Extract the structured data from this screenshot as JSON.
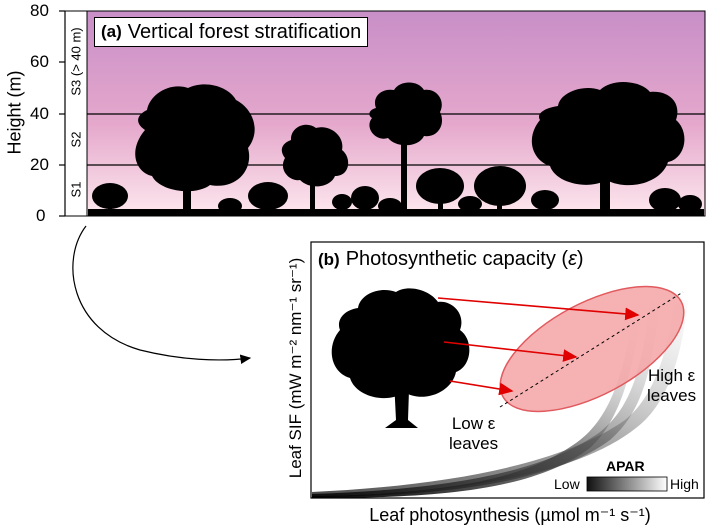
{
  "panel_a": {
    "tag": "(a)",
    "title": "Vertical forest stratification",
    "y_axis_label": "Height (m)",
    "y_ticks": [
      "0",
      "20",
      "40",
      "60",
      "80"
    ],
    "strata": [
      {
        "label": "S1",
        "from_m": 0,
        "to_m": 20
      },
      {
        "label": "S2",
        "from_m": 20,
        "to_m": 40
      },
      {
        "label": "S3 (> 40 m)",
        "from_m": 40,
        "to_m": 80
      }
    ],
    "colors": {
      "sky_top": "#c88fc8",
      "sky_bottom": "#fbe4ec",
      "trees": "#000000"
    }
  },
  "panel_b": {
    "tag": "(b)",
    "title_prefix": "Photosynthetic capacity (",
    "title_symbol": "ε",
    "title_suffix": ")",
    "y_axis_label": "Leaf SIF (mW m⁻² nm⁻¹ sr⁻¹)",
    "x_axis_label": "Leaf photosynthesis (µmol m⁻¹ s⁻¹)",
    "low_label_line1": "Low ε",
    "low_label_line2": "leaves",
    "high_label_line1": "High ε",
    "high_label_line2": "leaves",
    "apar_title": "APAR",
    "apar_low": "Low",
    "apar_high": "High",
    "colors": {
      "ellipse_fill": "#f5a3a6",
      "ellipse_stroke": "#e05a5e",
      "arrow": "#e00000"
    }
  }
}
